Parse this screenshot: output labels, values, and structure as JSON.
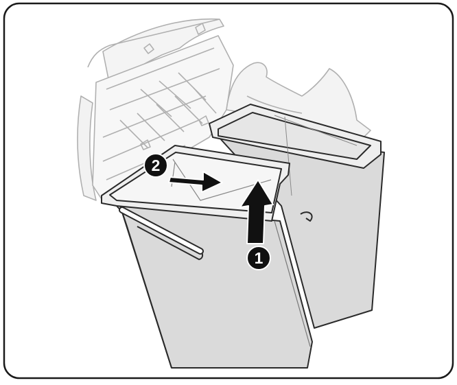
{
  "steps": [
    {
      "number": "1",
      "action": "lift"
    },
    {
      "number": "2",
      "action": "slide"
    }
  ],
  "colors": {
    "frame": "#1a1a1a",
    "background": "#ffffff",
    "lid_outline": "#b0b0b0",
    "bin_fill": "#dadada",
    "bin_outline": "#2a2a2a",
    "arrow": "#111111",
    "step_badge": "#111111",
    "step_text": "#ffffff"
  }
}
